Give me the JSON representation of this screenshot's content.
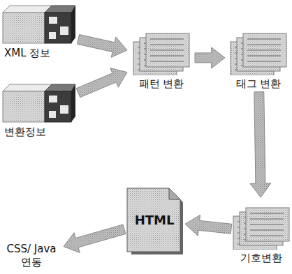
{
  "diagram": {
    "nodes": [
      {
        "text": [
          "XML 정보"
        ]
      },
      {
        "text": [
          "패턴 변환"
        ]
      },
      {
        "text": [
          "태그 변환"
        ]
      },
      {
        "text": [
          "변환정보"
        ]
      },
      {
        "text": [
          "HTML"
        ]
      },
      {
        "text": [
          "기호변환"
        ]
      },
      {
        "text": [
          "CSS/ Java 연동"
        ]
      }
    ],
    "edges": [
      {
        "from": 0,
        "to": 1,
        "arrow": "to"
      },
      {
        "from": 3,
        "to": 1,
        "arrow": "to"
      },
      {
        "from": 1,
        "to": 2,
        "arrow": "to"
      },
      {
        "from": 2,
        "to": 5,
        "arrow": "to"
      },
      {
        "from": 5,
        "to": 4,
        "arrow": "to"
      },
      {
        "from": 4,
        "to": 6,
        "arrow": "to"
      }
    ]
  }
}
